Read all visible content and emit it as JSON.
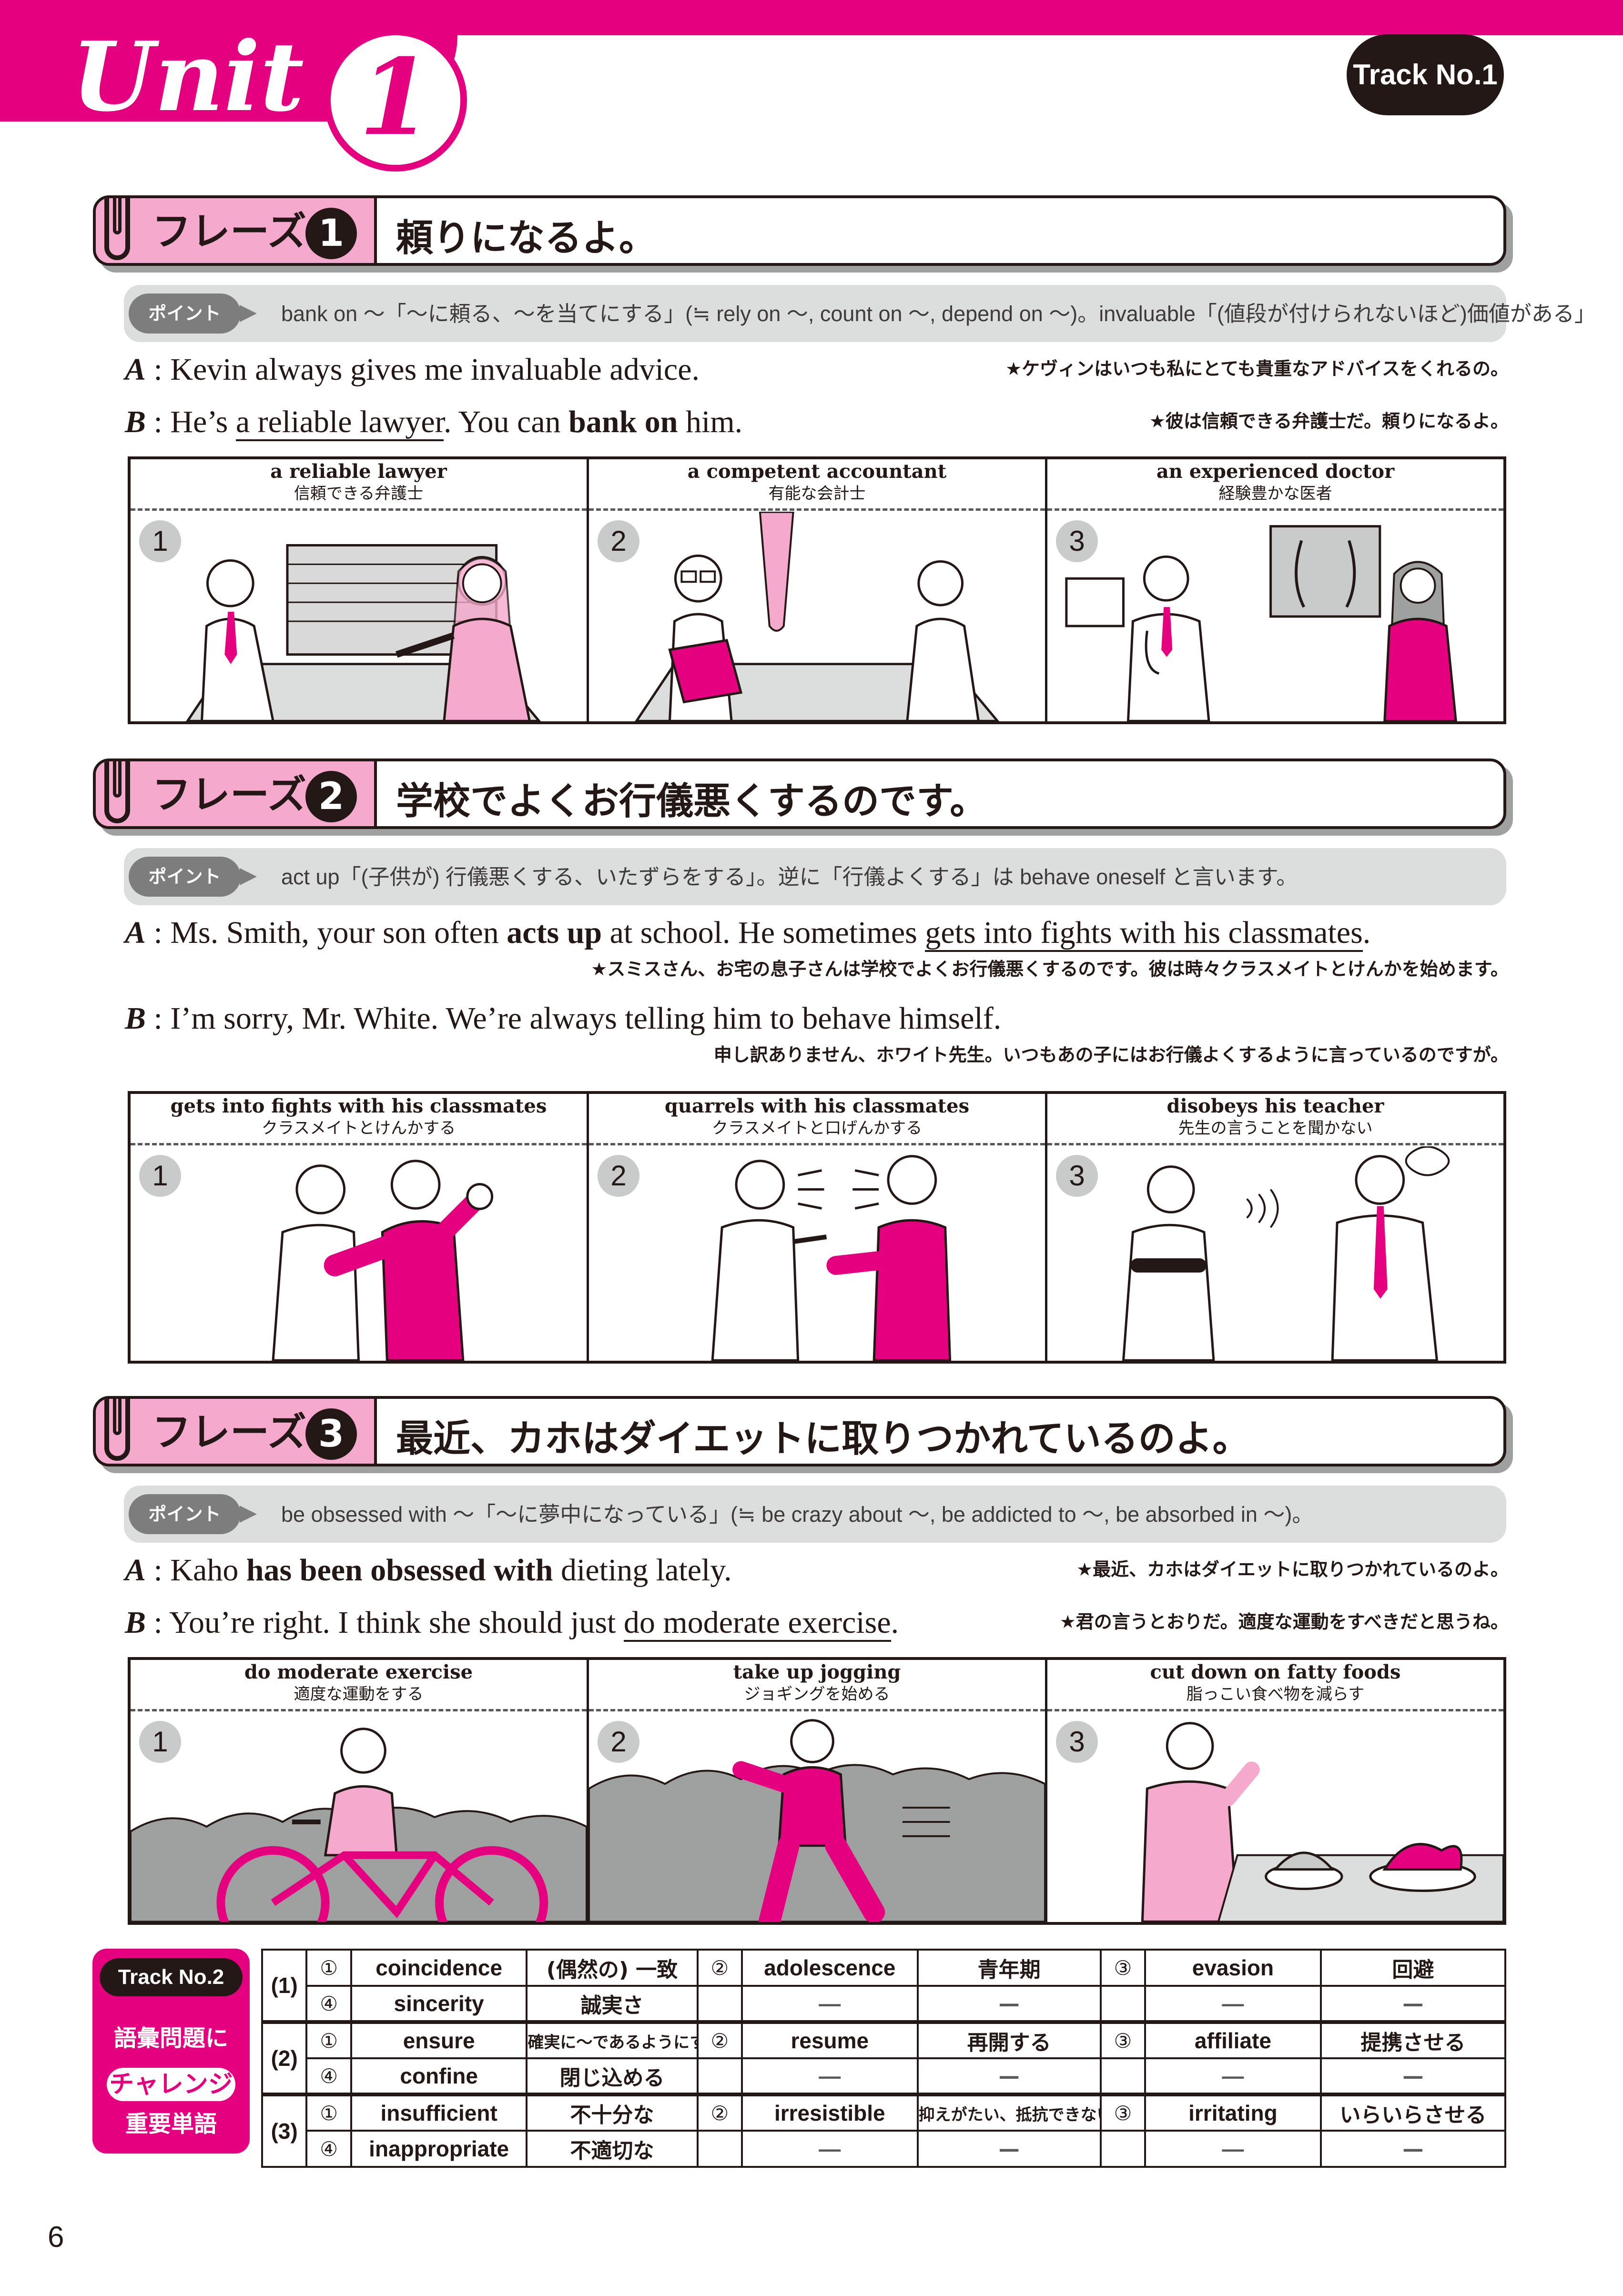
{
  "header": {
    "unit_word": "Unit",
    "unit_number": "1",
    "track": "Track No.1"
  },
  "phrases": [
    {
      "label": "フレーズ",
      "number": "1",
      "title": "頼りになるよ。",
      "point_label": "ポイント",
      "point": "bank on ～「～に頼る、～を当てにする」(≒ rely on ～, count on ～, depend on ～)。invaluable「(値段が付けられないほど)価値がある」",
      "a_speaker": "A",
      "a_en_1": "Kevin always gives me invaluable advice.",
      "a_jp": "★ケヴィンはいつも私にとても貴重なアドバイスをくれるの。",
      "b_speaker": "B",
      "b_en_1": "He’s ",
      "b_en_u": "a reliable lawyer",
      "b_en_2": ". You can ",
      "b_en_b": "bank on",
      "b_en_3": " him.",
      "b_jp": "★彼は信頼できる弁護士だ。頼りになるよ。",
      "panels": [
        {
          "en": "a reliable lawyer",
          "jp": "信頼できる弁護士",
          "num": "1"
        },
        {
          "en": "a competent accountant",
          "jp": "有能な会計士",
          "num": "2"
        },
        {
          "en": "an experienced doctor",
          "jp": "経験豊かな医者",
          "num": "3"
        }
      ]
    },
    {
      "label": "フレーズ",
      "number": "2",
      "title": "学校でよくお行儀悪くするのです。",
      "point_label": "ポイント",
      "point": "act up「(子供が) 行儀悪くする、いたずらをする」。逆に「行儀よくする」は behave oneself と言います。",
      "a_speaker": "A",
      "a_en_1": "Ms. Smith, your son often ",
      "a_en_b": "acts up",
      "a_en_2": " at school. He sometimes ",
      "a_en_u": "gets into fights with his classmates",
      "a_en_3": ".",
      "a_jp": "★スミスさん、お宅の息子さんは学校でよくお行儀悪くするのです。彼は時々クラスメイトとけんかを始めます。",
      "b_speaker": "B",
      "b_en_1": "I’m sorry, Mr. White. We’re always telling him to behave himself.",
      "b_jp": "申し訳ありません、ホワイト先生。いつもあの子にはお行儀よくするように言っているのですが。",
      "panels": [
        {
          "en": "gets into fights with his classmates",
          "jp": "クラスメイトとけんかする",
          "num": "1"
        },
        {
          "en": "quarrels with his classmates",
          "jp": "クラスメイトと口げんかする",
          "num": "2"
        },
        {
          "en": "disobeys his teacher",
          "jp": "先生の言うことを聞かない",
          "num": "3"
        }
      ]
    },
    {
      "label": "フレーズ",
      "number": "3",
      "title": "最近、カホはダイエットに取りつかれているのよ。",
      "point_label": "ポイント",
      "point": "be obsessed with ～「～に夢中になっている」(≒ be crazy about ～, be addicted to ～, be absorbed in ～)。",
      "a_speaker": "A",
      "a_en_1": "Kaho ",
      "a_en_b": "has been obsessed with",
      "a_en_2": " dieting lately.",
      "a_jp": "★最近、カホはダイエットに取りつかれているのよ。",
      "b_speaker": "B",
      "b_en_1": "You’re right. I think she should just ",
      "b_en_u": "do moderate exercise",
      "b_en_2": ".",
      "b_jp": "★君の言うとおりだ。適度な運動をすべきだと思うね。",
      "panels": [
        {
          "en": "do moderate exercise",
          "jp": "適度な運動をする",
          "num": "1"
        },
        {
          "en": "take up jogging",
          "jp": "ジョギングを始める",
          "num": "2"
        },
        {
          "en": "cut down on fatty foods",
          "jp": "脂っこい食べ物を減らす",
          "num": "3"
        }
      ]
    }
  ],
  "vocab": {
    "track": "Track No.2",
    "badge_line1": "語彙問題に",
    "badge_line2": "チャレンジ",
    "badge_line3": "重要単語",
    "groups": [
      {
        "label": "(1)",
        "rows": [
          [
            {
              "n": "①",
              "w": "coincidence",
              "j": "(偶然の) 一致"
            },
            {
              "n": "②",
              "w": "adolescence",
              "j": "青年期"
            },
            {
              "n": "③",
              "w": "evasion",
              "j": "回避"
            }
          ],
          [
            {
              "n": "④",
              "w": "sincerity",
              "j": "誠実さ"
            },
            {
              "n": "",
              "w": "—",
              "j": "—"
            },
            {
              "n": "",
              "w": "—",
              "j": "—"
            }
          ]
        ]
      },
      {
        "label": "(2)",
        "rows": [
          [
            {
              "n": "①",
              "w": "ensure",
              "j": "確実に～であるようにする"
            },
            {
              "n": "②",
              "w": "resume",
              "j": "再開する"
            },
            {
              "n": "③",
              "w": "affiliate",
              "j": "提携させる"
            }
          ],
          [
            {
              "n": "④",
              "w": "confine",
              "j": "閉じ込める"
            },
            {
              "n": "",
              "w": "—",
              "j": "—"
            },
            {
              "n": "",
              "w": "—",
              "j": "—"
            }
          ]
        ]
      },
      {
        "label": "(3)",
        "rows": [
          [
            {
              "n": "①",
              "w": "insufficient",
              "j": "不十分な"
            },
            {
              "n": "②",
              "w": "irresistible",
              "j": "抑えがたい、抵抗できない"
            },
            {
              "n": "③",
              "w": "irritating",
              "j": "いらいらさせる"
            }
          ],
          [
            {
              "n": "④",
              "w": "inappropriate",
              "j": "不適切な"
            },
            {
              "n": "",
              "w": "—",
              "j": "—"
            },
            {
              "n": "",
              "w": "—",
              "j": "—"
            }
          ]
        ]
      }
    ]
  },
  "page_number": "6"
}
